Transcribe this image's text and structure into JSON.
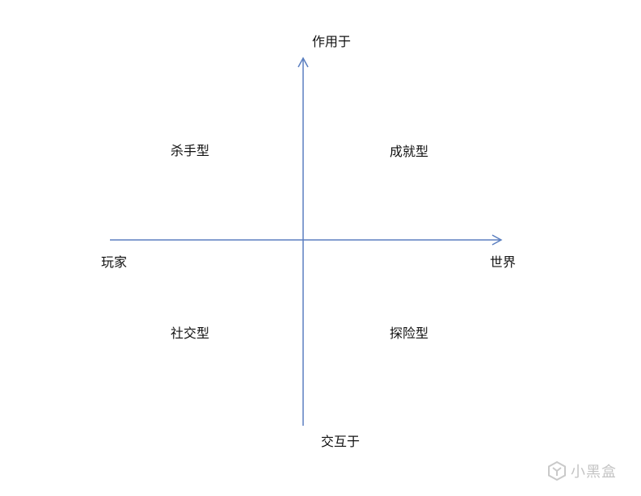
{
  "axes": {
    "vertical_top": "作用于",
    "vertical_bottom": "交互于",
    "horizontal_left": "玩家",
    "horizontal_right": "世界",
    "color": "#5b7fc0"
  },
  "quadrants": {
    "top_left": "杀手型",
    "top_right": "成就型",
    "bottom_left": "社交型",
    "bottom_right": "探险型"
  },
  "watermark": {
    "text": "小黑盒",
    "icon": "xiaoheihe-logo-icon",
    "color": "#c4c4c4"
  }
}
